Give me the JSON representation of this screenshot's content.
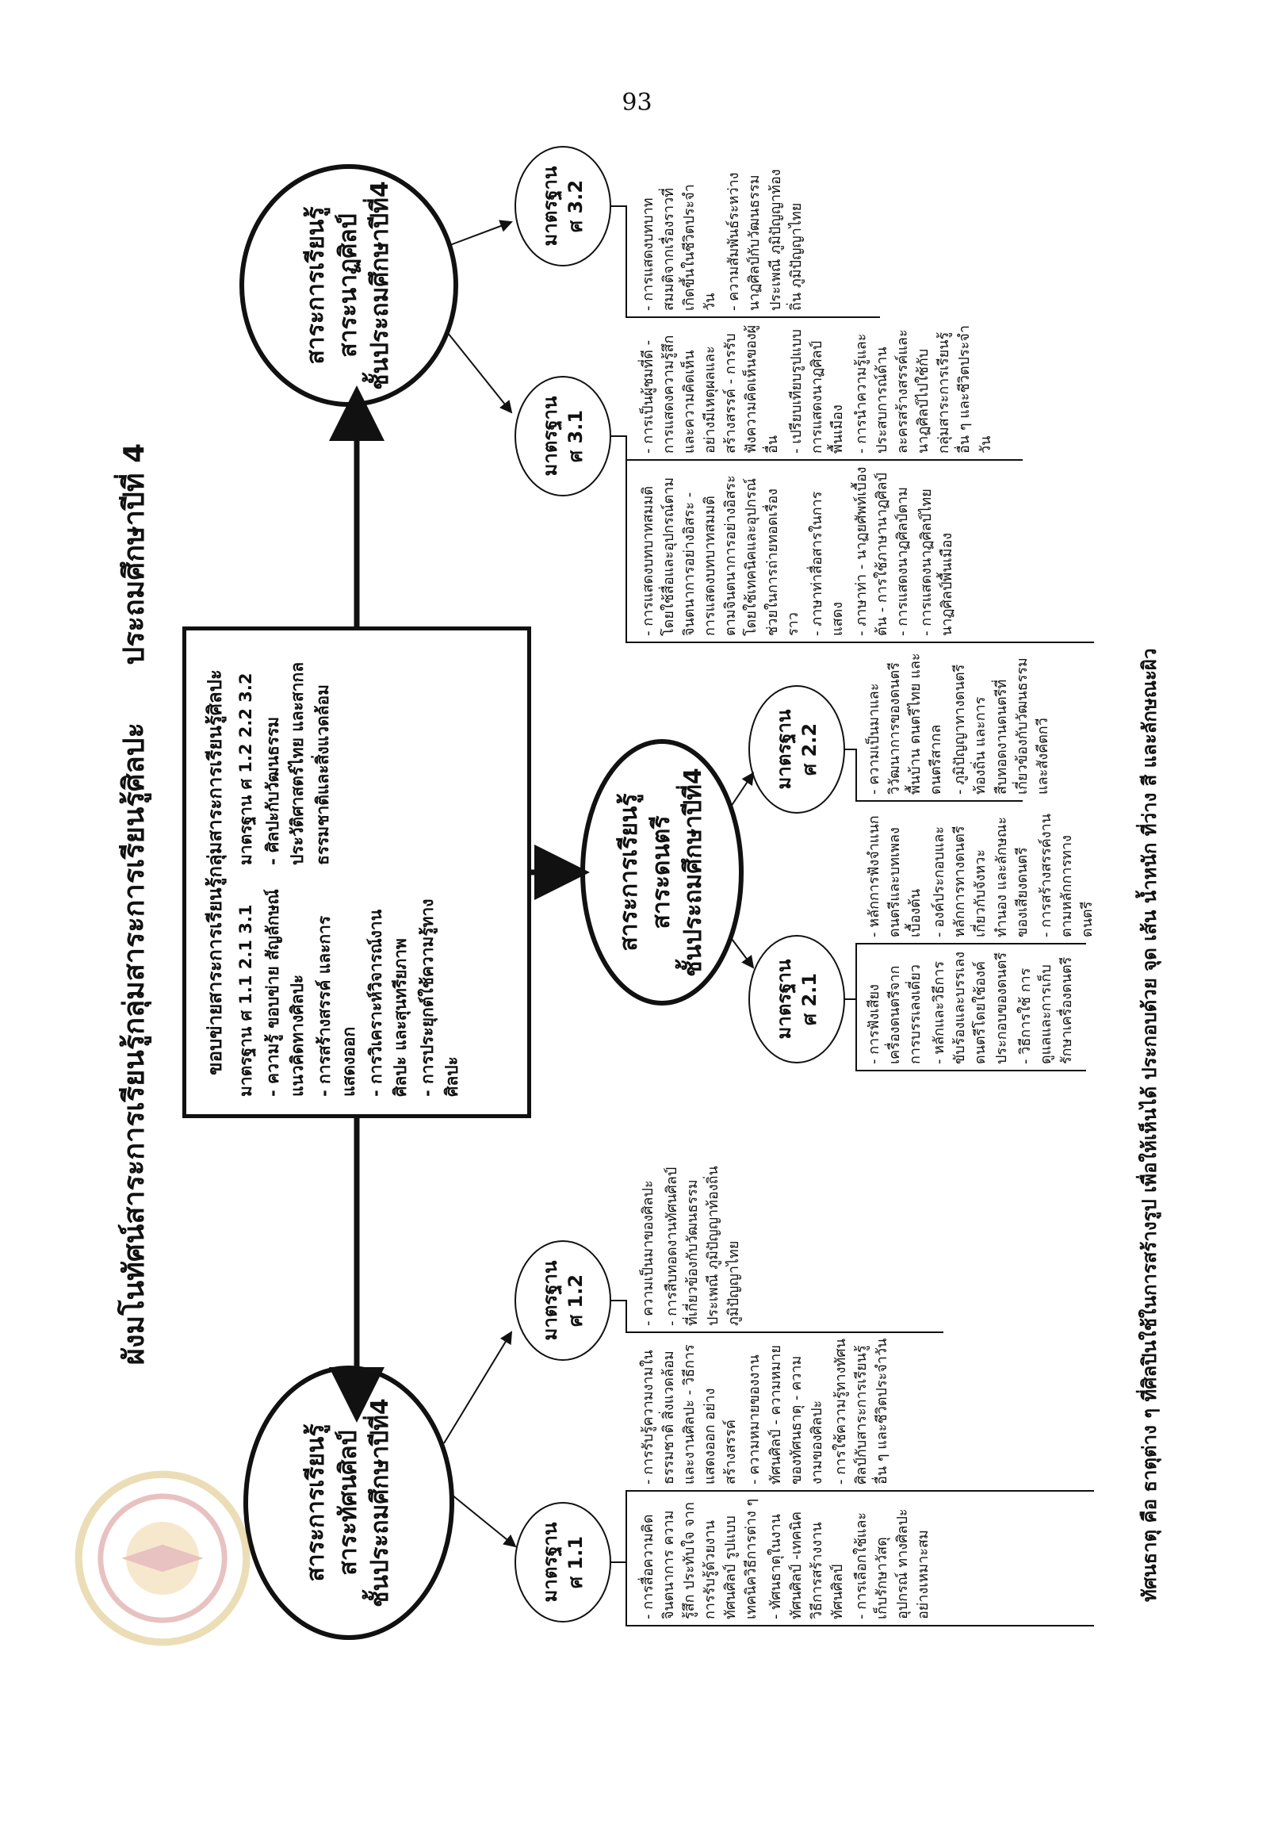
{
  "page_number": "93",
  "title": {
    "main": "ผังมโนทัศน์สาระการเรียนรู้กลุ่มสาระการเรียนรู้ศิลปะ",
    "grade": "ประถมศึกษาปีที่ 4"
  },
  "network_box": {
    "heading": "ขอบข่ายสาระการเรียนรู้กลุ่มสาระการเรียนรู้ศิลปะ",
    "left_column": [
      "มาตรฐาน ศ 1.1 2.1 3.1",
      "- ความรู้ ขอบข่าย สัญลักษณ์ แนวคิดทางศิลปะ",
      "- การสร้างสรรค์ และการแสดงออก",
      "- การวิเคราะห์วิจารณ์งานศิลปะ และสุนทรียภาพ",
      "- การประยุกต์ใช้ความรู้ทางศิลปะ"
    ],
    "right_column": [
      "มาตรฐาน ศ 1.2 2.2 3.2",
      "- ศิลปะกับวัฒนธรรมประวัติศาสตร์ไทย และสากล ธรรมชาติและสิ่งแวดล้อม"
    ]
  },
  "strands": {
    "visual": [
      "สาระการเรียนรู้",
      "สาระทัศนศิลป์",
      "ชั้นประถมศึกษาปีที่4"
    ],
    "music": [
      "สาระการเรียนรู้",
      "สาระดนตรี",
      "ชั้นประถมศึกษาปีที่4"
    ],
    "drama": [
      "สาระการเรียนรู้",
      "สาระนาฏศิลป์",
      "ชั้นประถมศึกษาปีที่4"
    ]
  },
  "standards": {
    "s11": [
      "มาตรฐาน",
      "ศ 1.1"
    ],
    "s12": [
      "มาตรฐาน",
      "ศ 1.2"
    ],
    "s21": [
      "มาตรฐาน",
      "ศ 2.1"
    ],
    "s22": [
      "มาตรฐาน",
      "ศ 2.2"
    ],
    "s31": [
      "มาตรฐาน",
      "ศ 3.1"
    ],
    "s32": [
      "มาตรฐาน",
      "ศ 3.2"
    ]
  },
  "leaves": {
    "s11_a": [
      "- การสื่อความคิด จินตนาการ ความรู้สึก ประทับใจ จากการรับรู้ด้วยงานทัศนศิลป์ รูปแบบเทคนิควิธีการต่าง ๆ",
      "- ทัศนธาตุในงานทัศนศิลป์ -เทคนิค วิธีการสร้างงานทัศนศิลป์",
      "- การเลือกใช้และเก็บรักษาวัสดุ อุปกรณ์ ทางศิลปะ อย่างเหมาะสม"
    ],
    "s11_b": [
      "- การรับรู้ความงามในธรรมชาติ สิ่งแวดล้อม และงานศิลปะ - วิธีการ แสดงออก อย่างสร้างสรรค์",
      "- ความหมายของงานทัศนศิลป์ - ความหมายของทัศนธาตุ - ความงามของศิลปะ",
      "- การใช้ความรู้ทางทัศนศิลป์กับสาระการเรียนรู้อื่น ๆ และชีวิตประจำวัน"
    ],
    "s12": [
      "- ความเป็นมาของศิลปะ",
      "- การสืบทอดงานทัศนศิลป์ที่เกี่ยวข้องกับวัฒนธรรม ประเพณี ภูมิปัญญาท้องถิ่น ภูมิปัญญาไทย"
    ],
    "s21_a": [
      "- การฟังเสียงเครื่องดนตรีจากการบรรเลงเดี่ยว",
      "- หลักและวิธีการขับร้องและบรรเลงดนตรีโดยใช้องค์ประกอบของดนตรี",
      "- วิธีการใช้ การดูแลและการเก็บรักษาเครื่องดนตรี"
    ],
    "s21_b": [
      "- หลักการฟังจำแนกดนตรีและบทเพลงเบื้องต้น",
      "- องค์ประกอบและหลักการทางดนตรีเกี่ยวกับจังหวะ ทำนอง และลักษณะของเสียงดนตรี",
      "- การสร้างสรรค์งานตามหลักการทางดนตรี"
    ],
    "s22": [
      "- ความเป็นมาและวิวัฒนาการของดนตรีพื้นบ้าน ดนตรีไทย และดนตรีสากล",
      "- ภูมิปัญญาทางดนตรีท้องถิ่น และการสืบทอดงานดนตรีที่เกี่ยวข้องกับวัฒนธรรม และสังคีตกวี"
    ],
    "s31_a": [
      "- การแสดงบทบาทสมมติ โดยใช้สื่อและอุปกรณ์ตามจินตนาการอย่างอิสระ - การแสดงบทบาทสมมติ ตามจินตนาการอย่างอิสระ โดยใช้เทคนิคและอุปกรณ์ช่วยในการถ่ายทอดเรื่องราว",
      "- ภาษาท่าสื่อสารในการแสดง",
      "- ภาษาท่า - นาฏยศัพท์เบื้องต้น - การใช้ภาษานาฏศิลป์ - การแสดงนาฏศิลป์ตาม",
      "- การแสดงนาฏศิลป์ไทย นาฏศิลป์พื้นเมือง"
    ],
    "s31_b": [
      "- การเป็นผู้ชมที่ดี - การแสดงความรู้สึก และความคิดเห็นอย่างมีเหตุผลและสร้างสรรค์ - การรับฟังความคิดเห็นของผู้อื่น",
      "- เปรียบเทียบรูปแบบการแสดงนาฏศิลป์พื้นเมือง",
      "- การนำความรู้และประสบการณ์ด้านละครสร้างสรรค์และนาฏศิลป์ไปใช้กับกลุ่มสาระการเรียนรู้อื่น ๆ และชีวิตประจำวัน"
    ],
    "s32": [
      "- การแสดงบทบาทสมมติจากเรื่องราวที่เกิดขึ้นในชีวิตประจำวัน",
      "- ความสัมพันธ์ระหว่างนาฏศิลป์กับวัฒนธรรม ประเพณี ภูมิปัญญาท้องถิ่น ภูมิปัญญาไทย"
    ]
  },
  "footnote": "ทัศนธาตุ คือ ธาตุต่าง ๆ ที่ศิลปินใช้ในการสร้างรูป เพื่อให้เห็นได้ ประกอบด้วย จุด เส้น น้ำหนัก ที่ว่าง สี และลักษณะผิว"
}
